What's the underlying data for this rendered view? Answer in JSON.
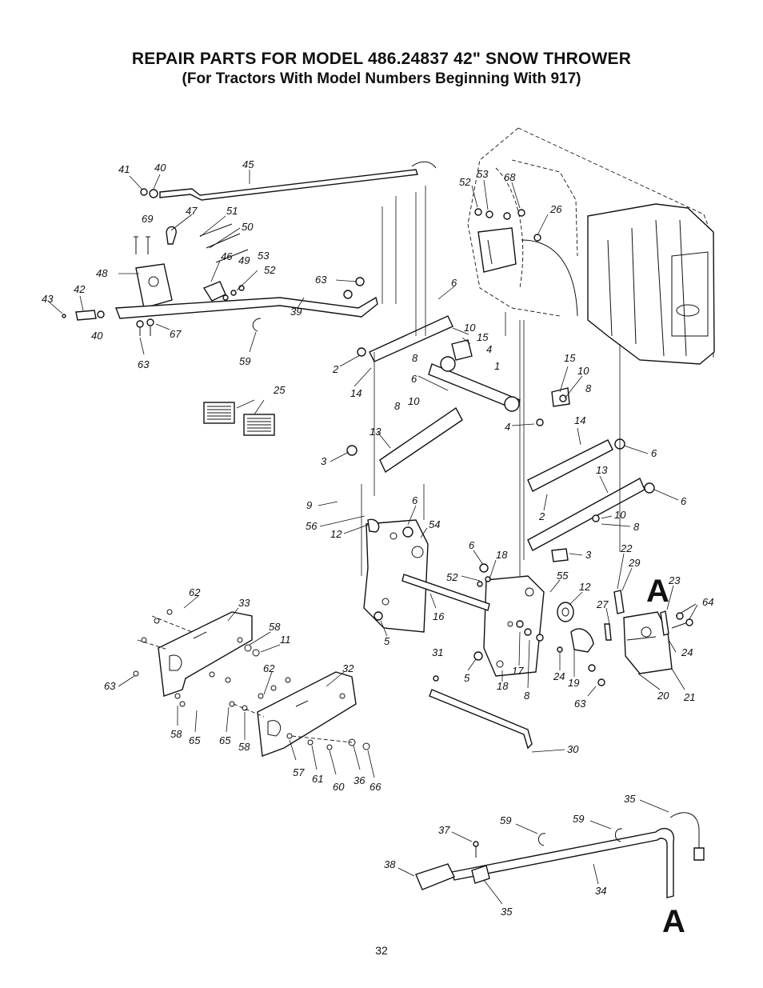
{
  "title": "REPAIR PARTS FOR MODEL 486.24837 42\" SNOW THROWER",
  "subtitle": "(For Tractors With Model Numbers Beginning With 917)",
  "page_number": "32",
  "view_markers": [
    "A",
    "A"
  ],
  "callouts": [
    {
      "id": "c41",
      "text": "41"
    },
    {
      "id": "c40a",
      "text": "40"
    },
    {
      "id": "c45",
      "text": "45"
    },
    {
      "id": "c52a",
      "text": "52"
    },
    {
      "id": "c53a",
      "text": "53"
    },
    {
      "id": "c68",
      "text": "68"
    },
    {
      "id": "c26",
      "text": "26"
    },
    {
      "id": "c69",
      "text": "69"
    },
    {
      "id": "c47",
      "text": "47"
    },
    {
      "id": "c51",
      "text": "51"
    },
    {
      "id": "c50",
      "text": "50"
    },
    {
      "id": "c46",
      "text": "46"
    },
    {
      "id": "c49",
      "text": "49"
    },
    {
      "id": "c53b",
      "text": "53"
    },
    {
      "id": "c52b",
      "text": "52"
    },
    {
      "id": "c48",
      "text": "48"
    },
    {
      "id": "c63a",
      "text": "63"
    },
    {
      "id": "c6a",
      "text": "6"
    },
    {
      "id": "c43",
      "text": "43"
    },
    {
      "id": "c42",
      "text": "42"
    },
    {
      "id": "c40b",
      "text": "40"
    },
    {
      "id": "c67",
      "text": "67"
    },
    {
      "id": "c63b",
      "text": "63"
    },
    {
      "id": "c59a",
      "text": "59"
    },
    {
      "id": "c39",
      "text": "39"
    },
    {
      "id": "c10a",
      "text": "10"
    },
    {
      "id": "c15a",
      "text": "15"
    },
    {
      "id": "c8a",
      "text": "8"
    },
    {
      "id": "c4a",
      "text": "4"
    },
    {
      "id": "c1",
      "text": "1"
    },
    {
      "id": "c2a",
      "text": "2"
    },
    {
      "id": "c14a",
      "text": "14"
    },
    {
      "id": "c6b",
      "text": "6"
    },
    {
      "id": "c15b",
      "text": "15"
    },
    {
      "id": "c10b",
      "text": "10"
    },
    {
      "id": "c8b",
      "text": "8"
    },
    {
      "id": "c25",
      "text": "25"
    },
    {
      "id": "c8c",
      "text": "8"
    },
    {
      "id": "c10c",
      "text": "10"
    },
    {
      "id": "c13a",
      "text": "13"
    },
    {
      "id": "c4b",
      "text": "4"
    },
    {
      "id": "c14b",
      "text": "14"
    },
    {
      "id": "c6c",
      "text": "6"
    },
    {
      "id": "c3a",
      "text": "3"
    },
    {
      "id": "c13b",
      "text": "13"
    },
    {
      "id": "c6d",
      "text": "6"
    },
    {
      "id": "c9",
      "text": "9"
    },
    {
      "id": "c6e",
      "text": "6"
    },
    {
      "id": "c2b",
      "text": "2"
    },
    {
      "id": "c10d",
      "text": "10"
    },
    {
      "id": "c56",
      "text": "56"
    },
    {
      "id": "c12a",
      "text": "12"
    },
    {
      "id": "c54",
      "text": "54"
    },
    {
      "id": "c8d",
      "text": "8"
    },
    {
      "id": "c6f",
      "text": "6"
    },
    {
      "id": "c3b",
      "text": "3"
    },
    {
      "id": "c18a",
      "text": "18"
    },
    {
      "id": "c22",
      "text": "22"
    },
    {
      "id": "c29",
      "text": "29"
    },
    {
      "id": "c52c",
      "text": "52"
    },
    {
      "id": "c55",
      "text": "55"
    },
    {
      "id": "c23",
      "text": "23"
    },
    {
      "id": "c12b",
      "text": "12"
    },
    {
      "id": "c62a",
      "text": "62"
    },
    {
      "id": "c33",
      "text": "33"
    },
    {
      "id": "c27",
      "text": "27"
    },
    {
      "id": "c64",
      "text": "64"
    },
    {
      "id": "c58a",
      "text": "58"
    },
    {
      "id": "c16",
      "text": "16"
    },
    {
      "id": "c11",
      "text": "11"
    },
    {
      "id": "c5a",
      "text": "5"
    },
    {
      "id": "c24a",
      "text": "24"
    },
    {
      "id": "c31",
      "text": "31"
    },
    {
      "id": "c62b",
      "text": "62"
    },
    {
      "id": "c32",
      "text": "32"
    },
    {
      "id": "c17",
      "text": "17"
    },
    {
      "id": "c24b",
      "text": "24"
    },
    {
      "id": "c19",
      "text": "19"
    },
    {
      "id": "c63c",
      "text": "63"
    },
    {
      "id": "c5b",
      "text": "5"
    },
    {
      "id": "c18b",
      "text": "18"
    },
    {
      "id": "c8e",
      "text": "8"
    },
    {
      "id": "c20",
      "text": "20"
    },
    {
      "id": "c21",
      "text": "21"
    },
    {
      "id": "c63d",
      "text": "63"
    },
    {
      "id": "c58b",
      "text": "58"
    },
    {
      "id": "c65a",
      "text": "65"
    },
    {
      "id": "c65b",
      "text": "65"
    },
    {
      "id": "c58c",
      "text": "58"
    },
    {
      "id": "c57",
      "text": "57"
    },
    {
      "id": "c61",
      "text": "61"
    },
    {
      "id": "c60",
      "text": "60"
    },
    {
      "id": "c36",
      "text": "36"
    },
    {
      "id": "c66",
      "text": "66"
    },
    {
      "id": "c30",
      "text": "30"
    },
    {
      "id": "c35a",
      "text": "35"
    },
    {
      "id": "c37",
      "text": "37"
    },
    {
      "id": "c59b",
      "text": "59"
    },
    {
      "id": "c59c",
      "text": "59"
    },
    {
      "id": "c38",
      "text": "38"
    },
    {
      "id": "c34",
      "text": "34"
    },
    {
      "id": "c35b",
      "text": "35"
    }
  ]
}
